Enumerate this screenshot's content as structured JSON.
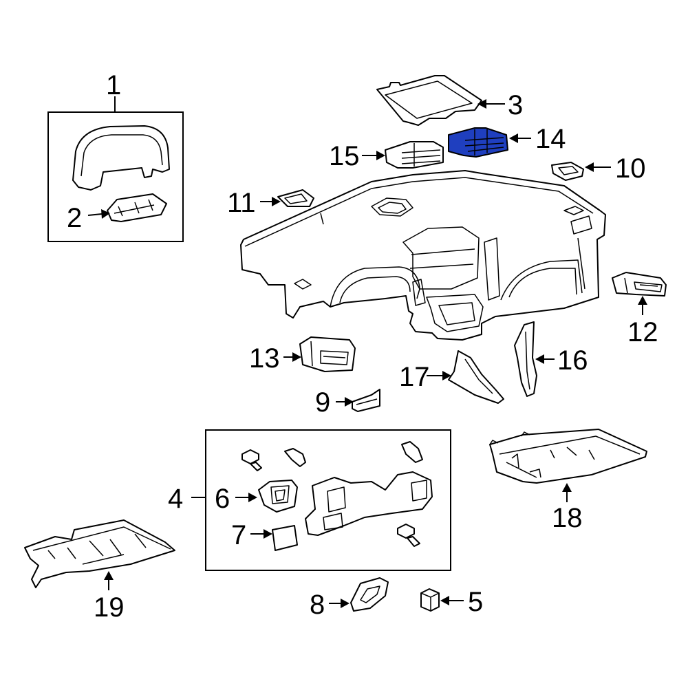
{
  "callouts": {
    "c1": "1",
    "c2": "2",
    "c3": "3",
    "c4": "4",
    "c5": "5",
    "c6": "6",
    "c7": "7",
    "c8": "8",
    "c9": "9",
    "c10": "10",
    "c11": "11",
    "c12": "12",
    "c13": "13",
    "c14": "14",
    "c15": "15",
    "c16": "16",
    "c17": "17",
    "c18": "18",
    "c19": "19"
  },
  "highlight": {
    "part": "14",
    "color": "#1f3fbf"
  }
}
